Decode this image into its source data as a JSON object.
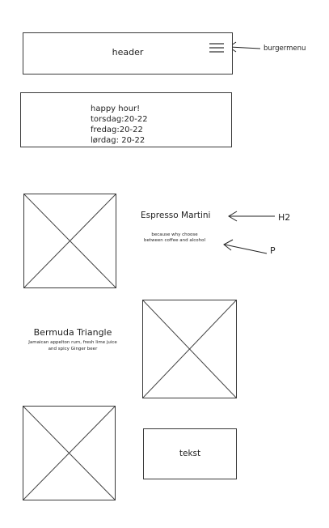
{
  "header": {
    "label": "header",
    "burger_annotation": "burgermenu"
  },
  "happy_hour": {
    "lines": [
      "happy hour!",
      "torsdag:20-22",
      "fredag:20-22",
      "lørdag: 20-22"
    ]
  },
  "drink_1": {
    "title": "Espresso Martini",
    "description": "because why choose between coffee and alcohol",
    "title_annotation": "H2",
    "description_annotation": "P"
  },
  "drink_2": {
    "title": "Bermuda Triangle",
    "description": "Jamaican appelton rum, fresh lime juice and spicy Ginger beer"
  },
  "text_box": {
    "label": "tekst"
  },
  "icons": [
    "burger-menu-icon",
    "image-placeholder-icon",
    "arrow-icon"
  ]
}
